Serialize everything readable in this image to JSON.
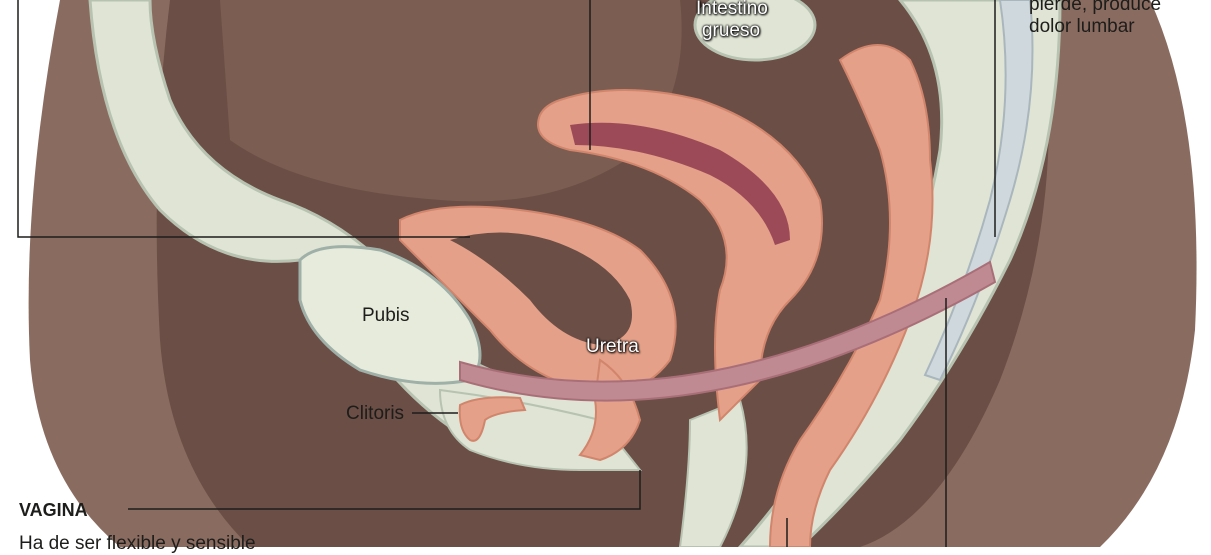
{
  "labels": {
    "intestino_line1": "Intestino",
    "intestino_line2": "grueso",
    "lumbar_line1": "pierde, produce",
    "lumbar_line2": "dolor lumbar",
    "pubis": "Pubis",
    "uretra": "Uretra",
    "clitoris": "Clitoris",
    "vagina_heading": "VAGINA",
    "vagina_text": "Ha de ser flexible y sensible"
  },
  "colors": {
    "skin": "#8a6b60",
    "cavity": "#6b4e45",
    "bone": "#dfe4d4",
    "organ": "#e4a088",
    "lining": "#9c4a58",
    "muscle": "#c08a93",
    "leader_line": "#1d1d1b"
  }
}
